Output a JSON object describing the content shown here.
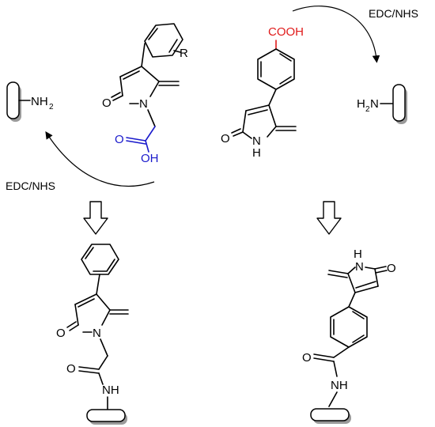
{
  "reagents": {
    "top_right": "EDC/NHS",
    "left_middle": "EDC/NHS"
  },
  "labels": {
    "r_group": "R",
    "amine_left_n": "NH",
    "amine_left_sub": "2",
    "amine_right_h": "H",
    "amine_right_sub": "2",
    "amine_right_n": "N",
    "cooh": "COOH",
    "oh": "OH",
    "o": "O",
    "n": "N",
    "nh": "NH",
    "h": "H"
  }
}
